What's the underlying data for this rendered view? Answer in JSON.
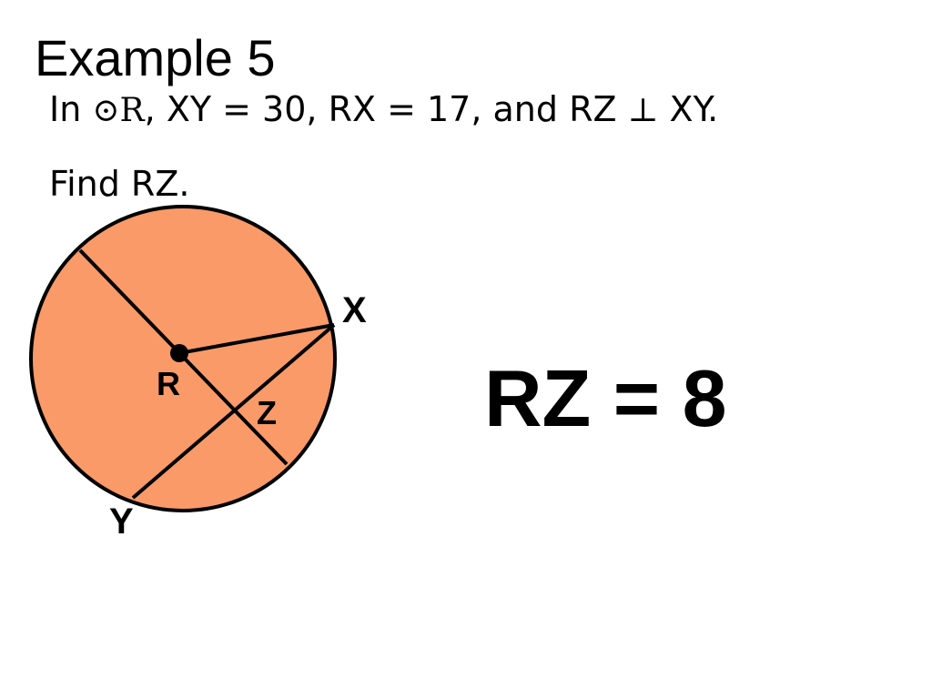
{
  "slide": {
    "title": "Example 5",
    "problem": {
      "prefix": "In ",
      "circle_symbol": "⊙",
      "circle_name": "R",
      "statement": ", XY = 30, RX = 17, and RZ ",
      "perp_symbol": "⊥",
      "suffix": " XY."
    },
    "question": "Find RZ.",
    "answer": "RZ = 8"
  },
  "diagram": {
    "fill_color": "#FA9A68",
    "stroke_color": "#000000",
    "labels": {
      "center": "R",
      "x": "X",
      "y": "Y",
      "z": "Z"
    }
  }
}
